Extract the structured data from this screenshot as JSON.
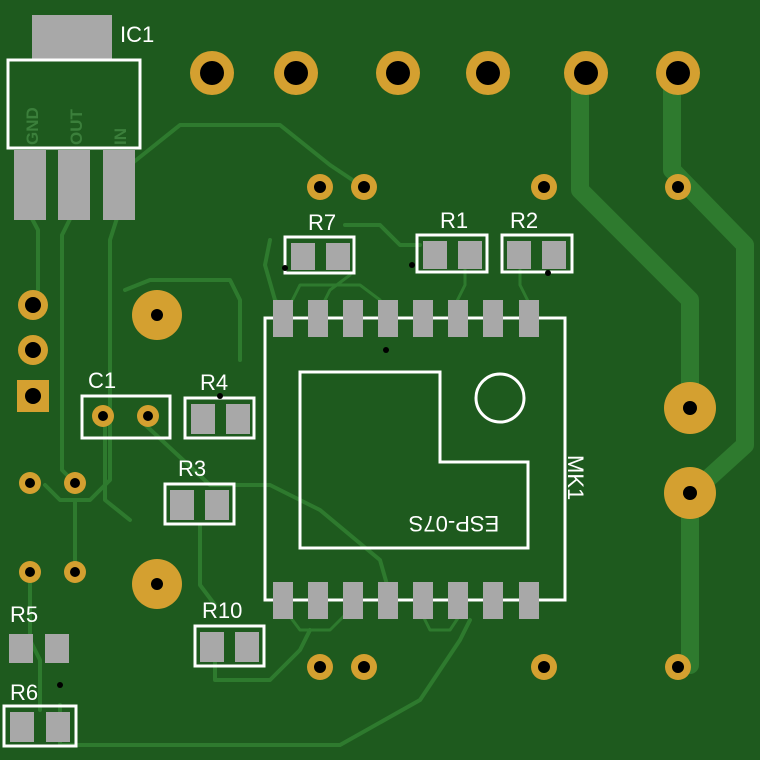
{
  "board": {
    "colors": {
      "substrate": "#1e5a1e",
      "trace": "#2e7a2e",
      "pad_gold": "#d4a030",
      "pad_smd": "#a8a8a8",
      "silkscreen": "#ffffff",
      "hole": "#000000"
    }
  },
  "components": {
    "ic1": {
      "ref": "IC1",
      "pins": [
        "GND",
        "OUT",
        "IN"
      ]
    },
    "c1": {
      "ref": "C1"
    },
    "r1": {
      "ref": "R1"
    },
    "r2": {
      "ref": "R2"
    },
    "r3": {
      "ref": "R3"
    },
    "r4": {
      "ref": "R4"
    },
    "r5": {
      "ref": "R5"
    },
    "r6": {
      "ref": "R6"
    },
    "r7": {
      "ref": "R7"
    },
    "r10": {
      "ref": "R10"
    },
    "mk1": {
      "ref": "MK1",
      "label": "ESP-07S"
    }
  }
}
